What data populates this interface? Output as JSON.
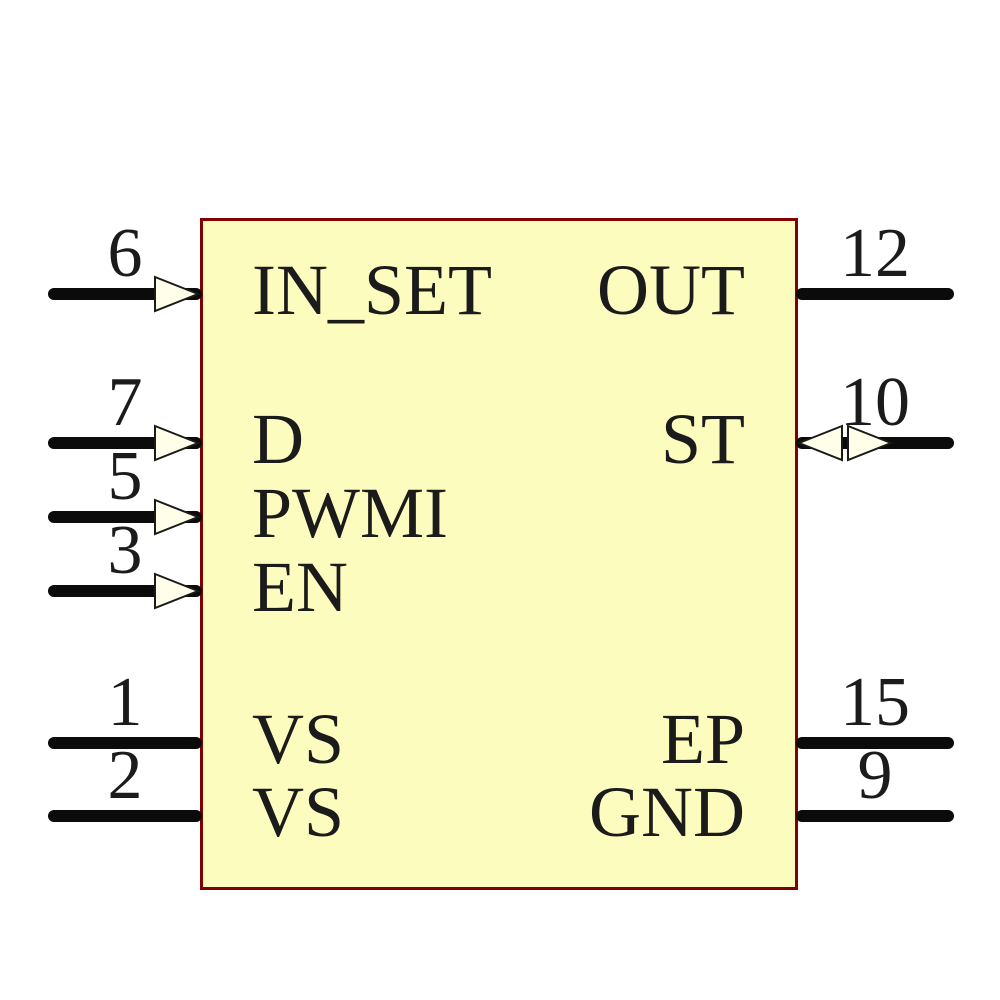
{
  "symbol": {
    "body_fill": "#FCFCBE",
    "body_border_color": "#800000",
    "wire_color": "#0B0B0B",
    "arrow_fill": "#FFFFE9",
    "arrow_outline": "#1A1A1A",
    "text_color": "#1B1B1B",
    "background": "#FFFFFF"
  },
  "pins": {
    "left": [
      {
        "number": "6",
        "name": "IN_SET",
        "direction": "input"
      },
      {
        "number": "7",
        "name": "D",
        "direction": "input"
      },
      {
        "number": "5",
        "name": "PWMI",
        "direction": "input"
      },
      {
        "number": "3",
        "name": "EN",
        "direction": "input"
      },
      {
        "number": "1",
        "name": "VS",
        "direction": "passive"
      },
      {
        "number": "2",
        "name": "VS",
        "direction": "passive"
      }
    ],
    "right": [
      {
        "number": "12",
        "name": "OUT",
        "direction": "passive"
      },
      {
        "number": "10",
        "name": "ST",
        "direction": "bidirectional"
      },
      {
        "number": "15",
        "name": "EP",
        "direction": "passive"
      },
      {
        "number": "9",
        "name": "GND",
        "direction": "passive"
      }
    ]
  }
}
